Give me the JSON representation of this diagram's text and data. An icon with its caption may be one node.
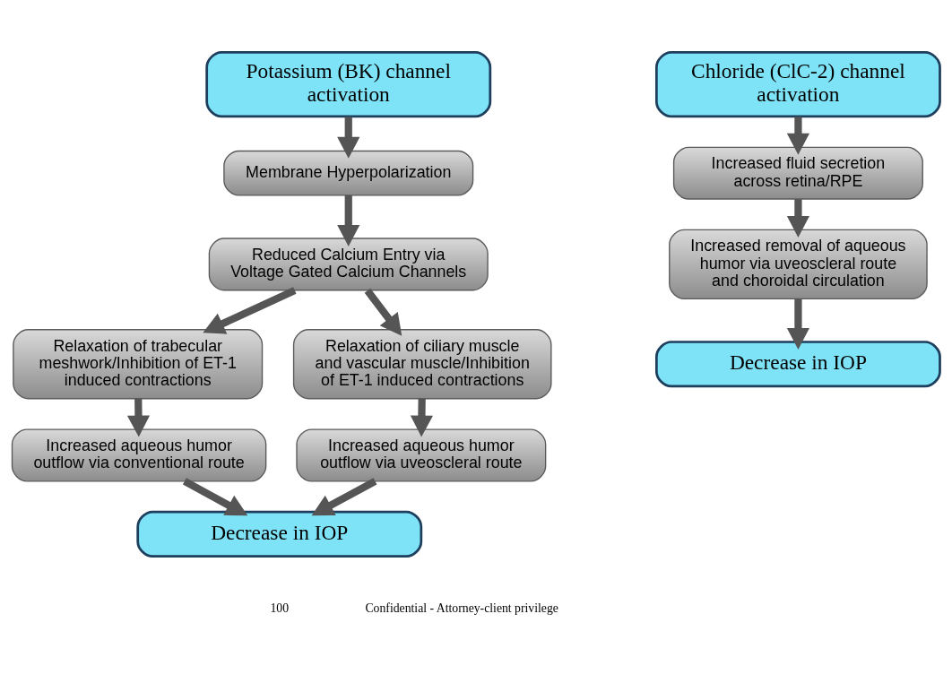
{
  "diagram": {
    "nodes": [
      {
        "text": [
          "Potassium (BK) channel activation"
        ]
      },
      {
        "text": [
          "Membrane Hyperpolarization"
        ]
      },
      {
        "text": [
          "Reduced Calcium Entry via Voltage Gated Calcium Channels"
        ]
      },
      {
        "text": [
          "Relaxation of trabecular meshwork/Inhibition of ET-1 induced contractions"
        ]
      },
      {
        "text": [
          "Relaxation of ciliary muscle and vascular muscle/Inhibition of ET-1 induced contractions"
        ]
      },
      {
        "text": [
          "Increased aqueous humor outflow via conventional route"
        ]
      },
      {
        "text": [
          "Increased aqueous humor outflow via uveoscleral route"
        ]
      },
      {
        "text": [
          "Decrease in IOP"
        ]
      },
      {
        "text": [
          "Chloride (ClC-2) channel activation"
        ]
      },
      {
        "text": [
          "Increased fluid secretion across retina/RPE"
        ]
      },
      {
        "text": [
          "Increased removal of aqueous humor via uveoscleral route and choroidal circulation"
        ]
      },
      {
        "text": [
          "Decrease in IOP"
        ]
      }
    ],
    "edges": [
      {
        "from": 0,
        "to": 1,
        "arrow": "to"
      },
      {
        "from": 1,
        "to": 2,
        "arrow": "to"
      },
      {
        "from": 2,
        "to": 3,
        "arrow": "to"
      },
      {
        "from": 2,
        "to": 4,
        "arrow": "to"
      },
      {
        "from": 3,
        "to": 5,
        "arrow": "to"
      },
      {
        "from": 4,
        "to": 6,
        "arrow": "to"
      },
      {
        "from": 5,
        "to": 7,
        "arrow": "to"
      },
      {
        "from": 6,
        "to": 7,
        "arrow": "to"
      },
      {
        "from": 8,
        "to": 9,
        "arrow": "to"
      },
      {
        "from": 9,
        "to": 10,
        "arrow": "to"
      },
      {
        "from": 10,
        "to": 11,
        "arrow": "to"
      }
    ],
    "labels": [
      "100",
      "Confidential - Attorney-client privilege"
    ]
  }
}
